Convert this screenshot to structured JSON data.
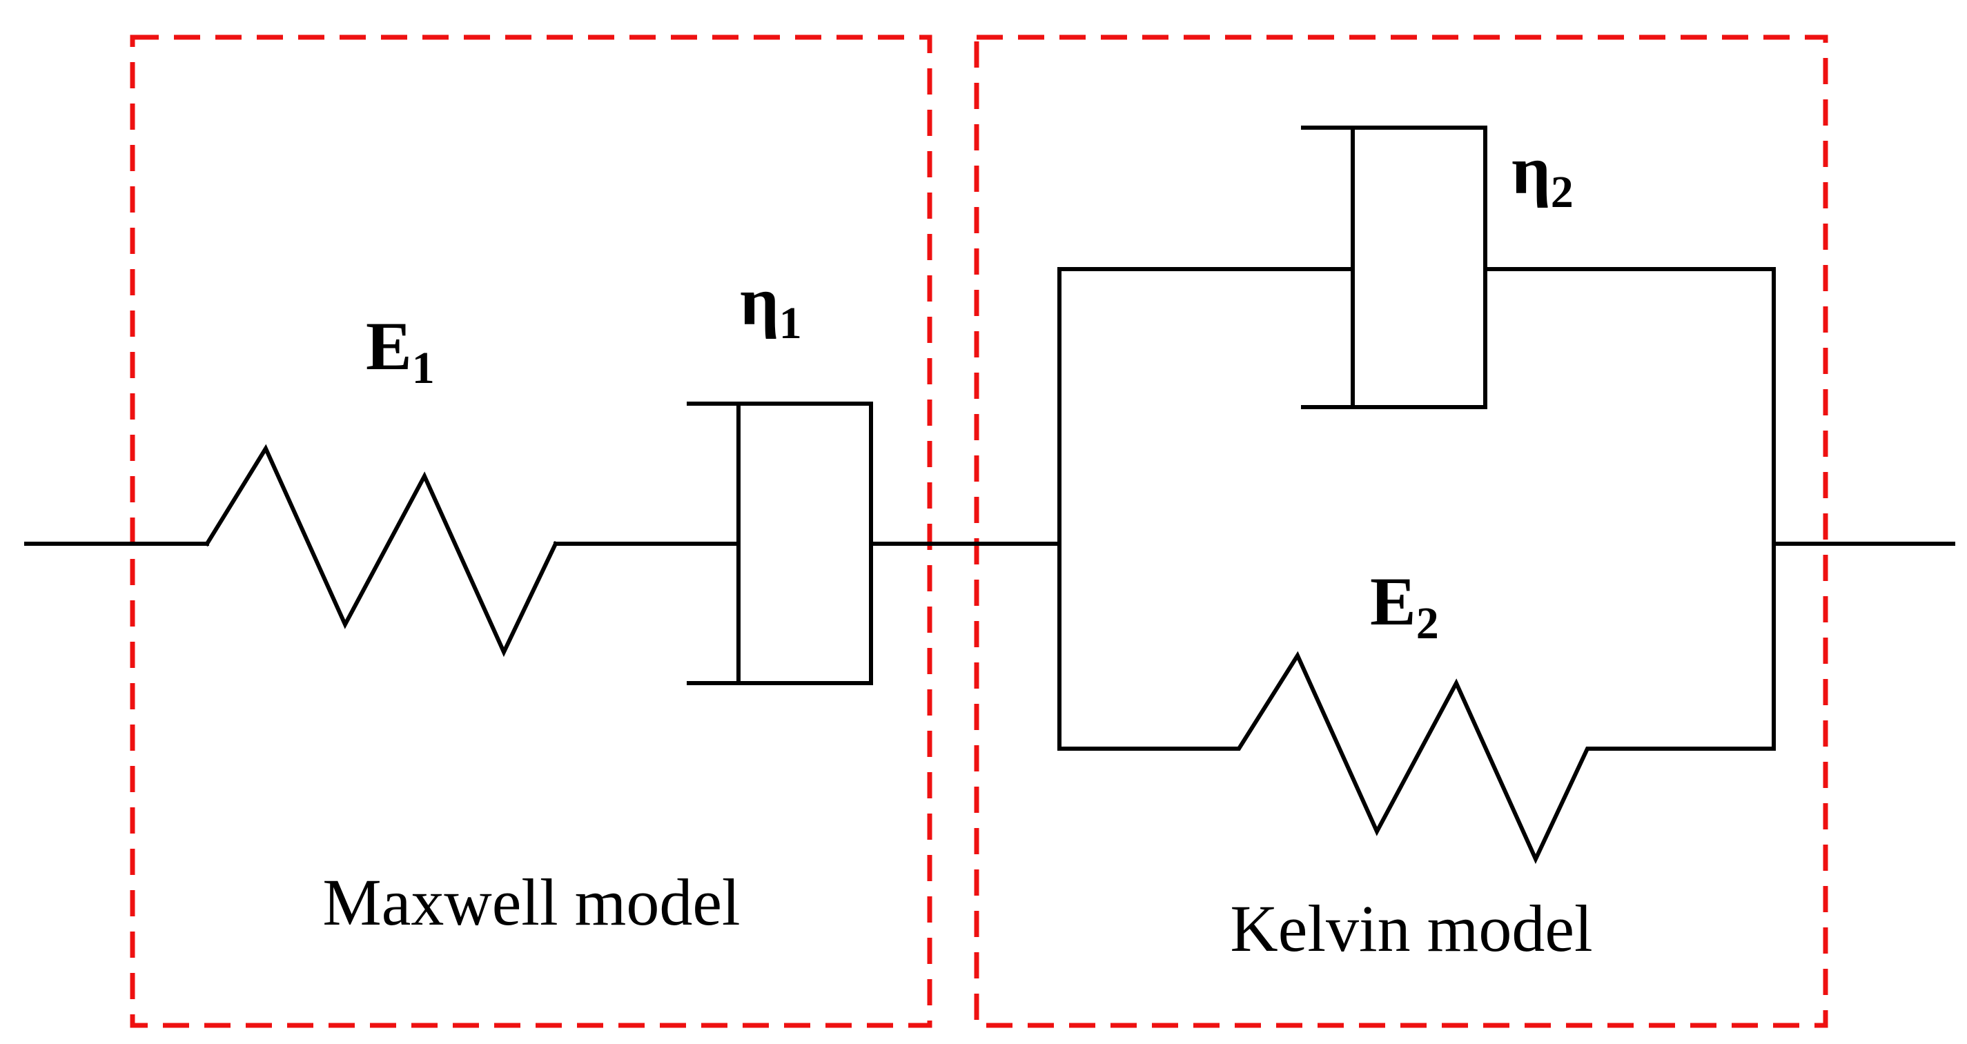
{
  "maxwell": {
    "caption": "Maxwell model",
    "spring_label": {
      "main": "E",
      "sub": "1"
    },
    "dashpot_label": {
      "main": "η",
      "sub": "1"
    }
  },
  "kelvin": {
    "caption": "Kelvin model",
    "spring_label": {
      "main": "E",
      "sub": "2"
    },
    "dashpot_label": {
      "main": "η",
      "sub": "2"
    }
  },
  "colors": {
    "line": "#000000",
    "group_box": "#ee1111"
  }
}
